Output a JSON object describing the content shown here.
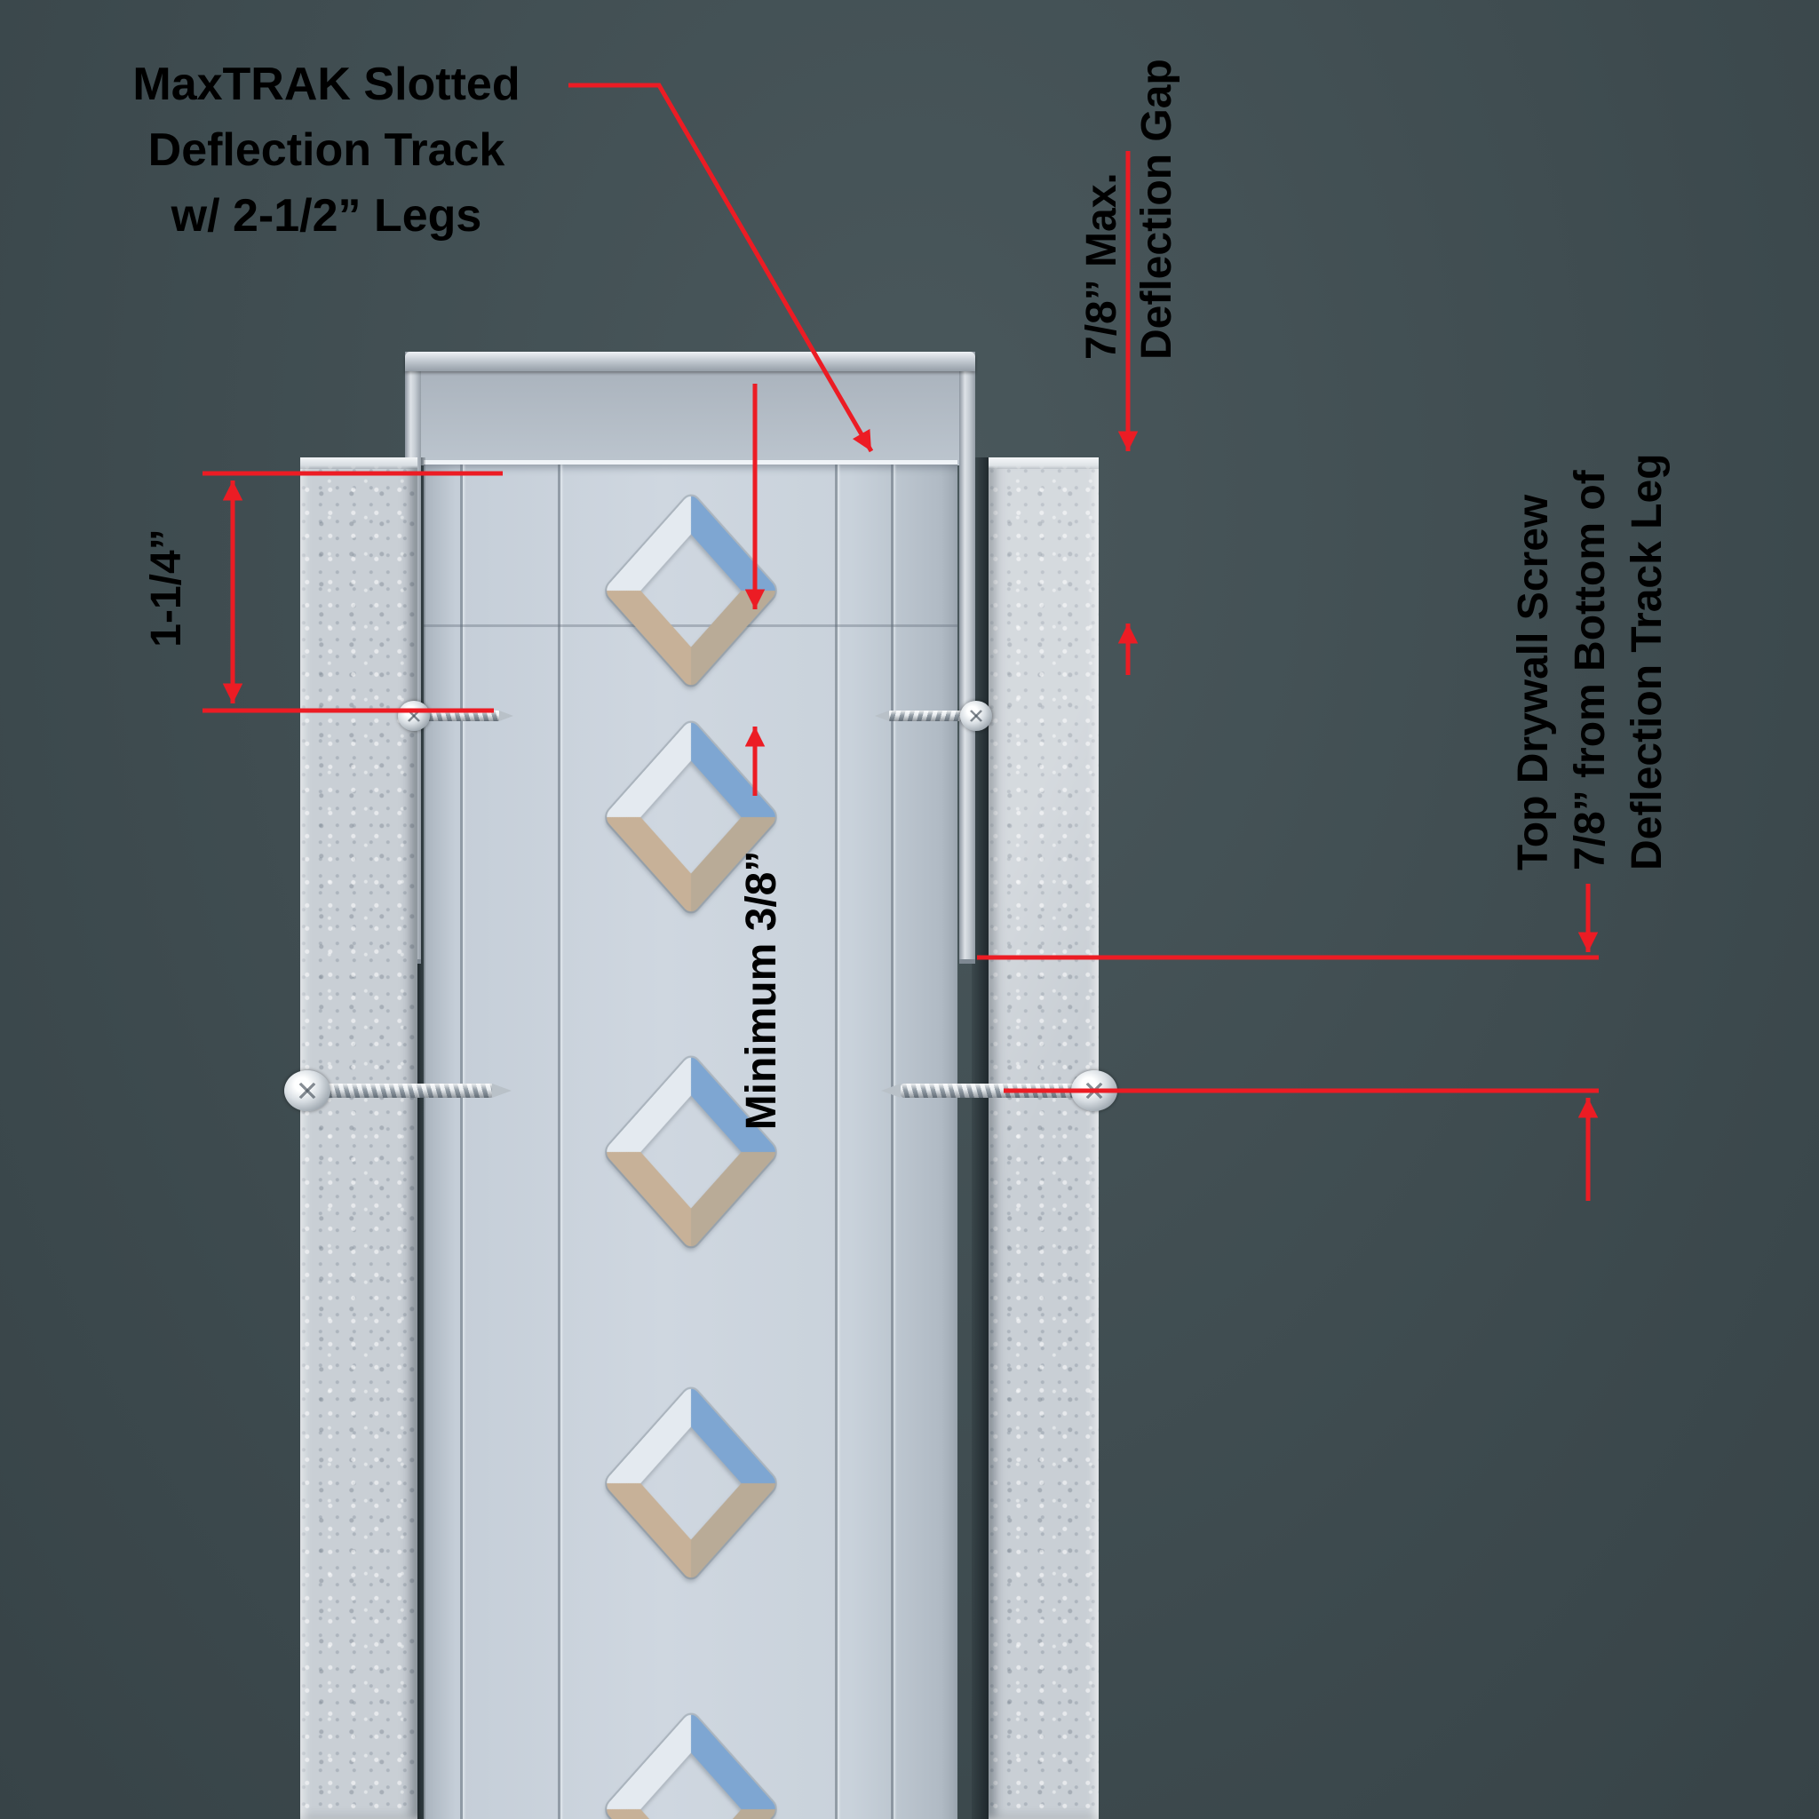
{
  "colors": {
    "background": "#3e4b4e",
    "annotation_red": "#ec1c24",
    "metal_light": "#ced6df",
    "drywall": "#c9cfd5",
    "knockout_blue": "#7ea6d2",
    "knockout_tan": "#c7b198"
  },
  "labels": {
    "track": {
      "line1": "MaxTRAK Slotted",
      "line2": "Deflection Track",
      "line3": "w/ 2-1/2” Legs"
    },
    "deflection_gap": {
      "line1": "7/8” Max.",
      "line2": "Deflection Gap"
    },
    "top_screw": {
      "line1": "Top Drywall Screw",
      "line2": "7/8” from Bottom of",
      "line3": "Deflection Track Leg"
    },
    "leg_offset": "1-1/4”",
    "minimum_gap": "Minimum 3/8”"
  }
}
